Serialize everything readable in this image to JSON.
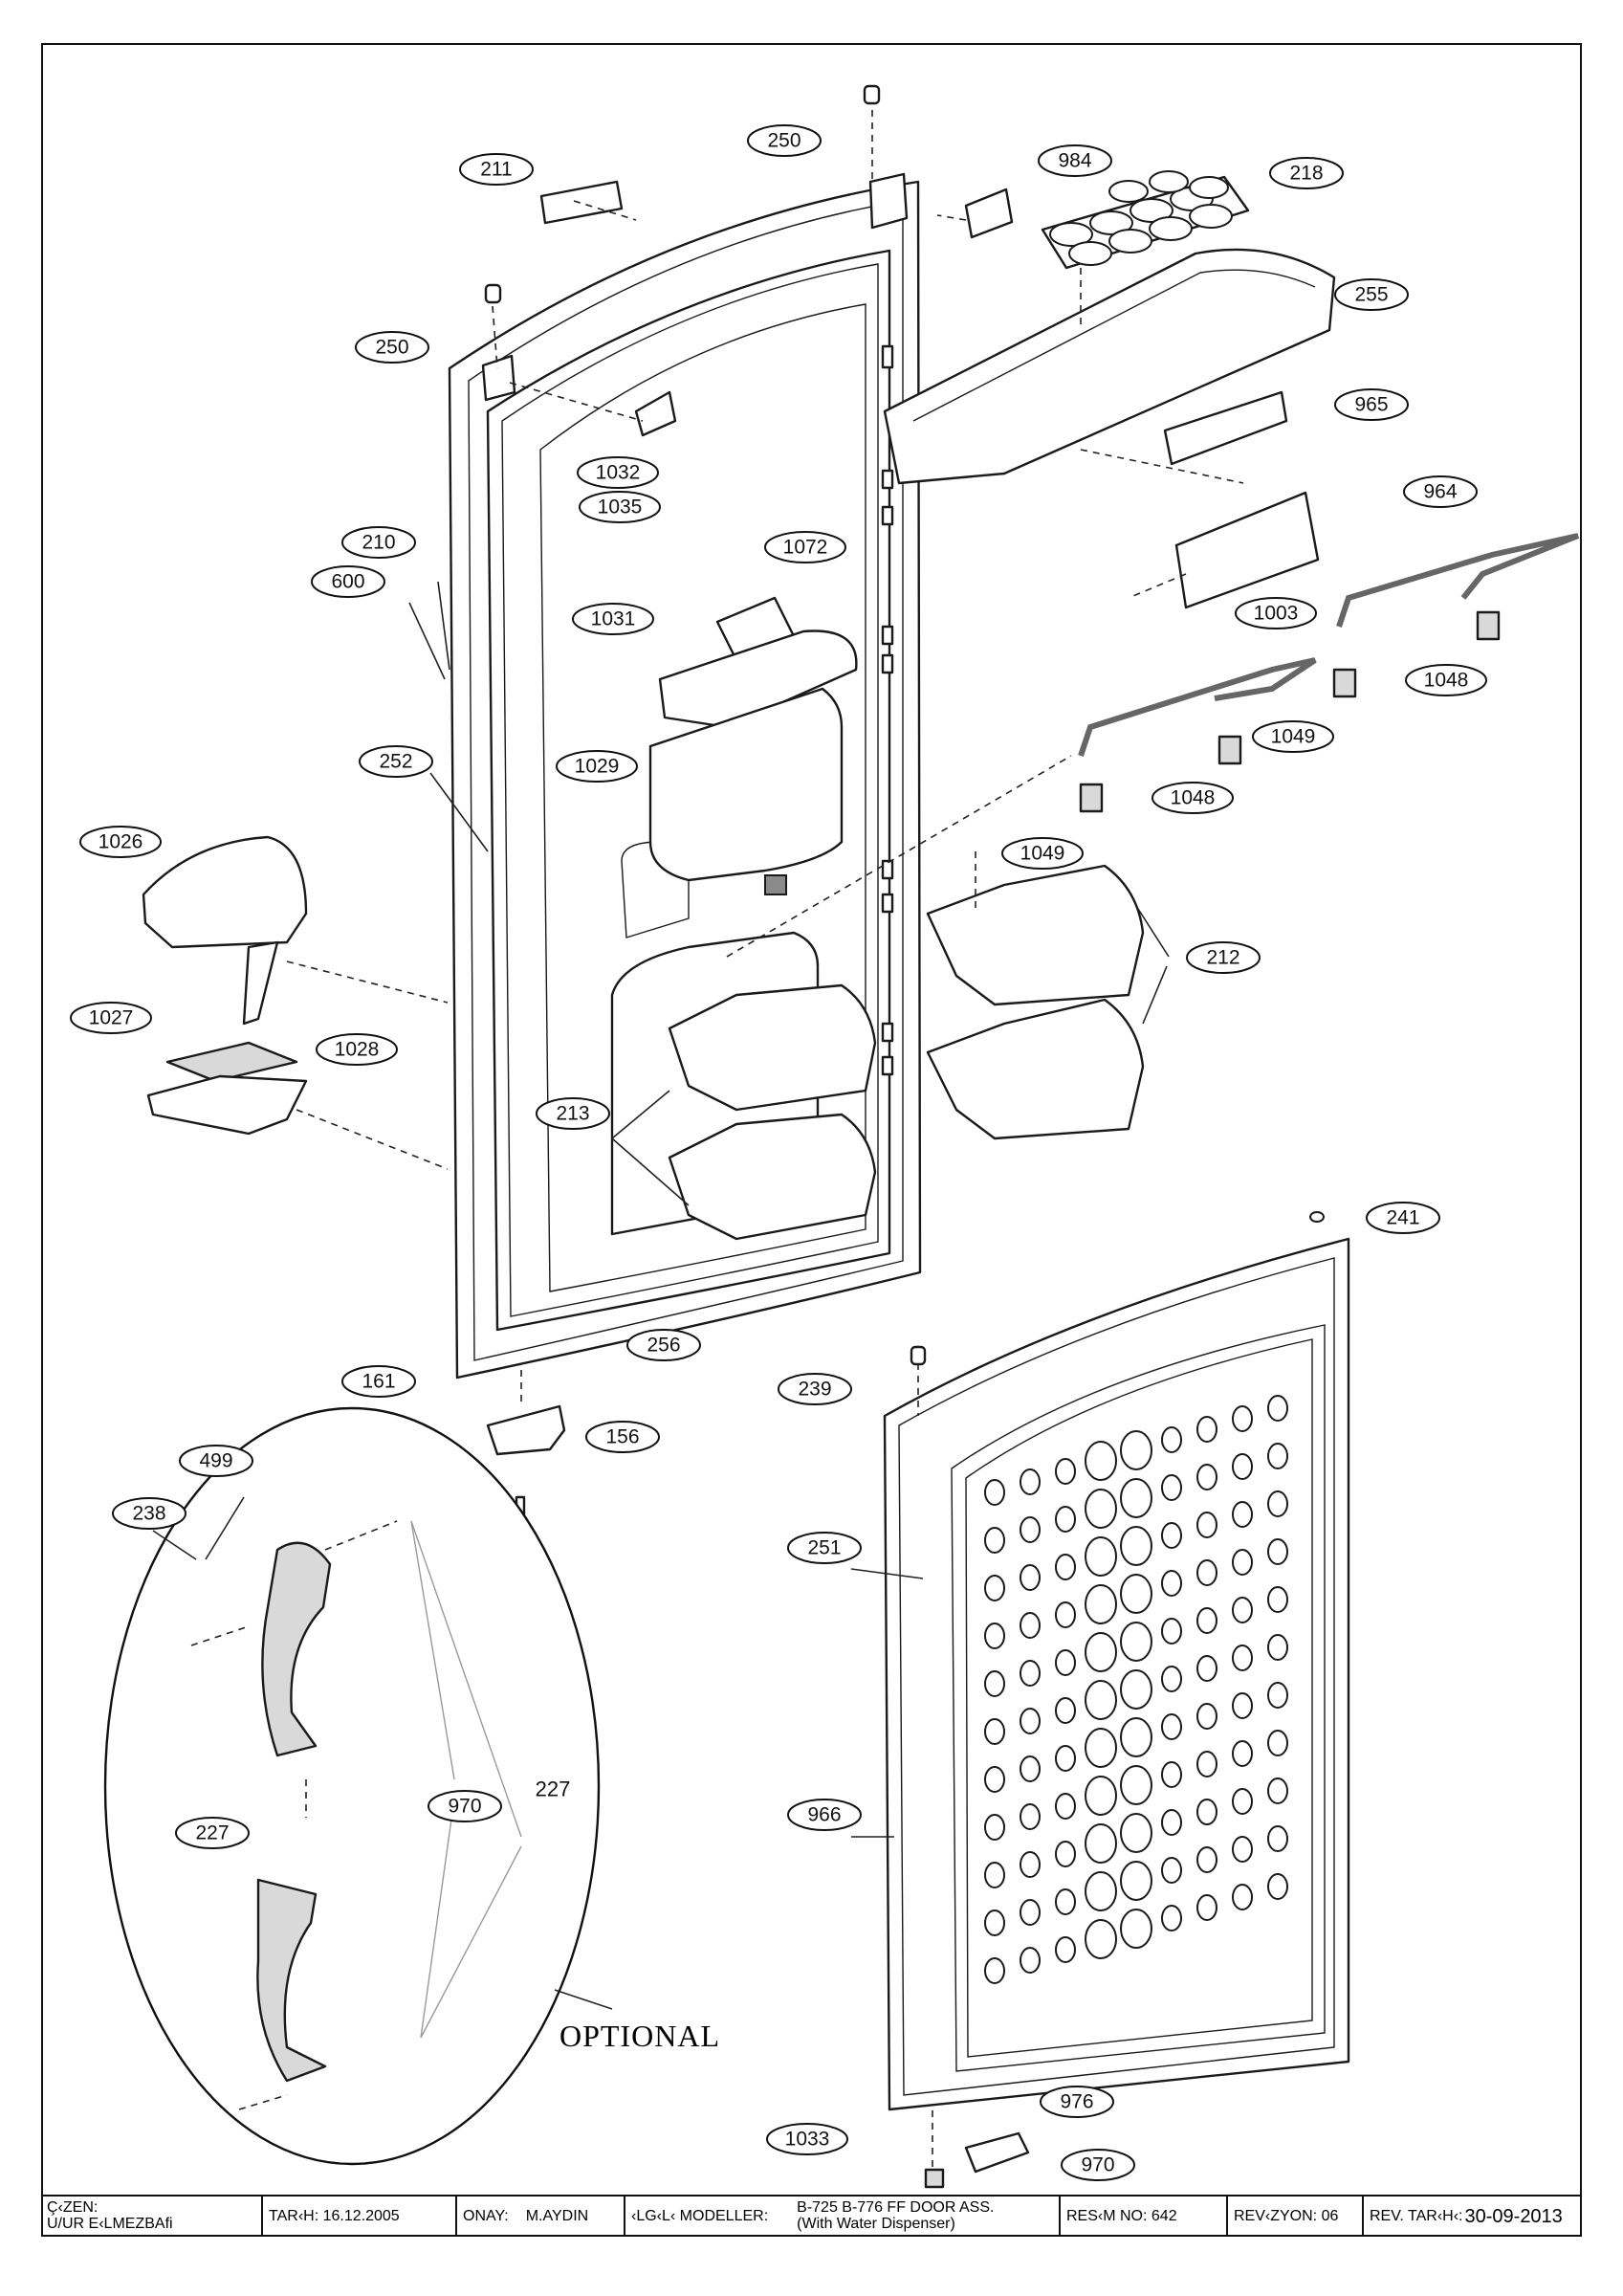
{
  "callouts": [
    "250",
    "211",
    "984",
    "218",
    "250",
    "255",
    "1032",
    "1035",
    "965",
    "964",
    "210",
    "600",
    "1072",
    "1031",
    "1003",
    "1048",
    "1049",
    "252",
    "1029",
    "1048",
    "1026",
    "1049",
    "212",
    "1027",
    "1028",
    "213",
    "241",
    "256",
    "161",
    "239",
    "156",
    "499",
    "238",
    "251",
    "970",
    "227",
    "227",
    "966",
    "976",
    "1033",
    "970"
  ],
  "optional_label": "OPTIONAL",
  "title_block": {
    "drawn_by_label": "Ç‹ZEN:",
    "drawn_by_name": "U/UR E‹LMEZBAfi",
    "date": "TAR‹H: 16.12.2005",
    "approval_label": "ONAY:",
    "approval_name": "M.AYDIN",
    "models_label": "‹LG‹L‹ MODELLER:",
    "models_line1": "B-725 B-776 FF DOOR ASS.",
    "models_line2": "(With Water Dispenser)",
    "drawing_no": "RES‹M NO: 642",
    "revision": "REV‹ZYON: 06",
    "revision_date_label": "REV. TAR‹H‹:",
    "revision_date": "30-09-2013"
  }
}
